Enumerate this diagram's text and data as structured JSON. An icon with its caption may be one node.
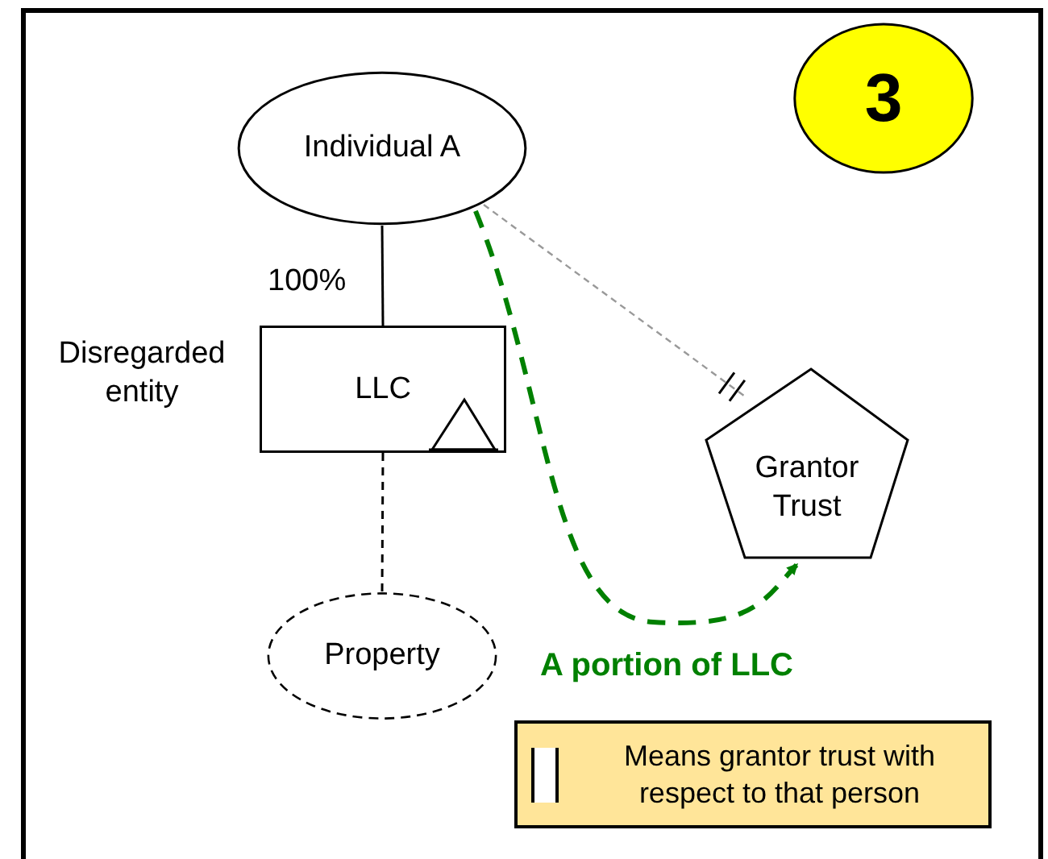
{
  "diagram": {
    "nodes": [
      {
        "text": [
          "Individual A"
        ]
      },
      {
        "text": [
          "LLC"
        ],
        "beside": [
          "Disregarded entity"
        ]
      },
      {
        "text": [
          "Grantor Trust"
        ]
      },
      {
        "text": [
          "Property"
        ]
      },
      {
        "text": [
          "3"
        ]
      }
    ],
    "edges": [
      {
        "from": 0,
        "to": 1,
        "arrow": "none",
        "label": "100%"
      },
      {
        "from": 1,
        "to": 3,
        "arrow": "none",
        "style": "dashed"
      },
      {
        "from": 0,
        "to": 2,
        "arrow": "other",
        "style": "dashed",
        "color": "#999999"
      },
      {
        "from": 0,
        "to": 2,
        "arrow": "to",
        "style": "dashed",
        "color": "#008000",
        "label": "A portion of LLC"
      }
    ],
    "legend": [
      {
        "text": "Means grantor trust with respect to that person"
      }
    ]
  }
}
